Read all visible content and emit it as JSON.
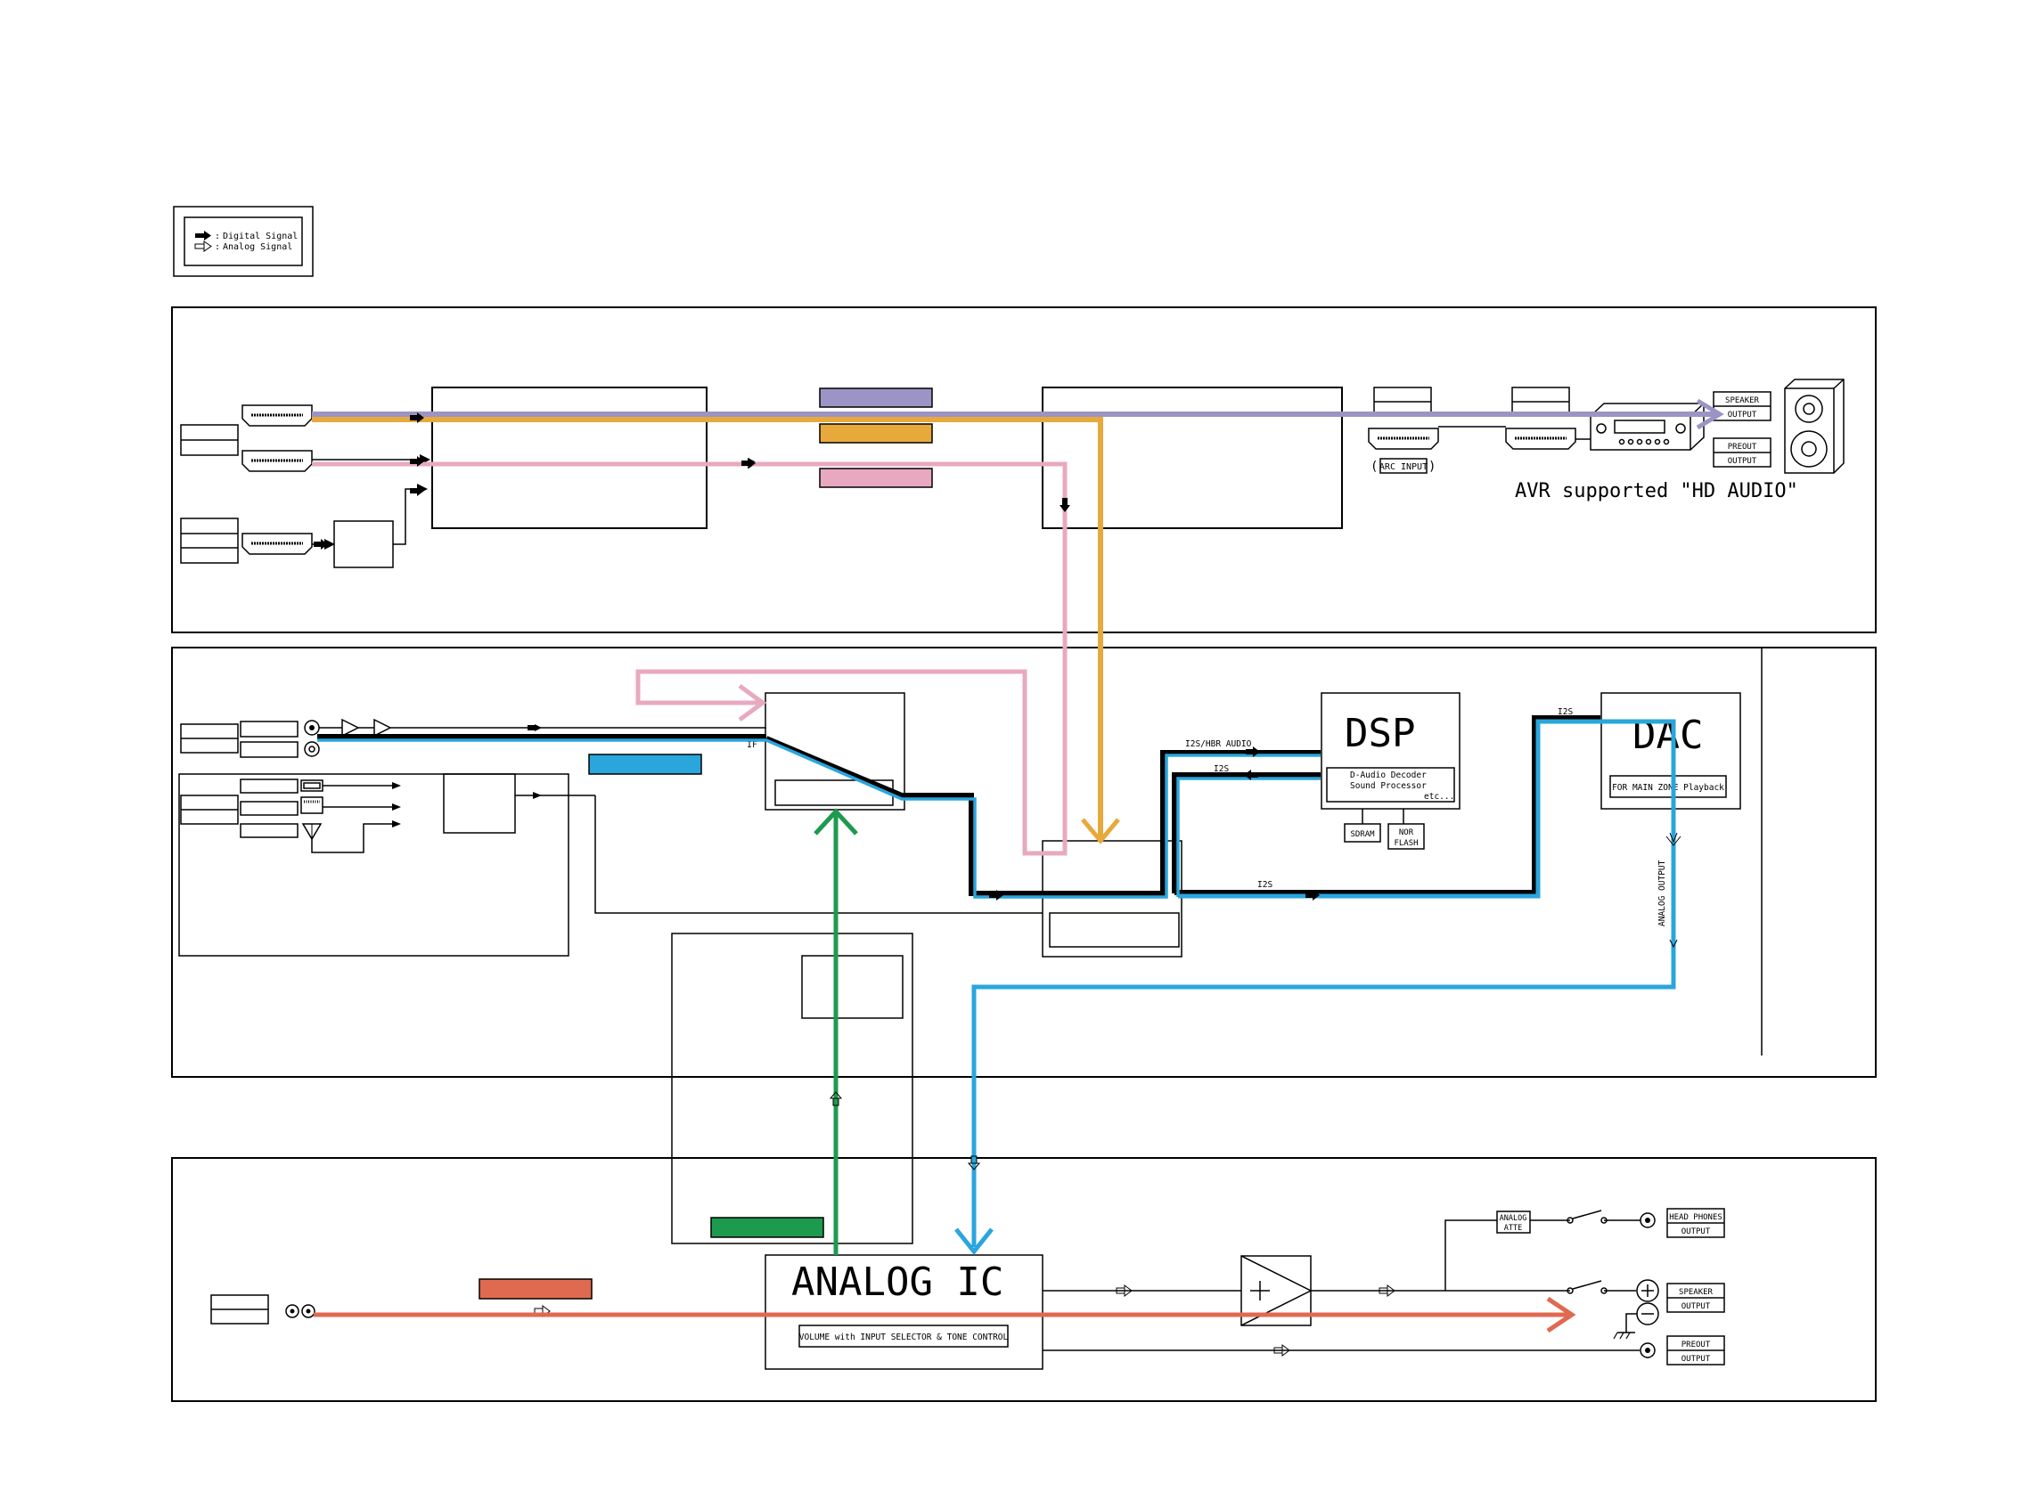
{
  "legend": {
    "digital": "Digital Signal",
    "analog": "Analog Signal"
  },
  "avr": {
    "caption": "AVR supported \"HD AUDIO\"",
    "arc_input": "ARC INPUT",
    "speaker_output_line1": "SPEAKER",
    "speaker_output_line2": "OUTPUT",
    "preout_output_line1": "PREOUT",
    "preout_output_line2": "OUTPUT"
  },
  "dsp": {
    "title": "DSP",
    "desc_line1": "D-Audio Decoder",
    "desc_line2": "Sound Processor",
    "desc_line3": "etc...",
    "sdram": "SDRAM",
    "nor_line1": "NOR",
    "nor_line2": "FLASH",
    "label_i2s_hbr": "I2S/HBR AUDIO",
    "label_i2s_in": "I2S",
    "label_i2s_out": "I2S"
  },
  "dac": {
    "title": "DAC",
    "subtitle": "FOR MAIN ZONE Playback",
    "label_i2s": "I2S",
    "analog_output": "ANALOG OUTPUT"
  },
  "analog_ic": {
    "title": "ANALOG IC",
    "subtitle": "VOLUME with INPUT SELECTOR & TONE CONTROL"
  },
  "output_section": {
    "analog_atte_line1": "ANALOG",
    "analog_atte_line2": "ATTE",
    "headphones_line1": "HEAD PHONES",
    "headphones_line2": "OUTPUT",
    "speaker_line1": "SPEAKER",
    "speaker_line2": "OUTPUT",
    "preout_line1": "PREOUT",
    "preout_line2": "OUTPUT"
  },
  "misc": {
    "if_label": "IF"
  },
  "colors": {
    "hdmi_purple": "#9b94c4",
    "hdmi_orange": "#e8a93c",
    "hdmi_pink": "#e8a9c0",
    "digital_blue": "#2aa6dc",
    "analog_green": "#1e9a4e",
    "analog_red": "#e06a50"
  }
}
